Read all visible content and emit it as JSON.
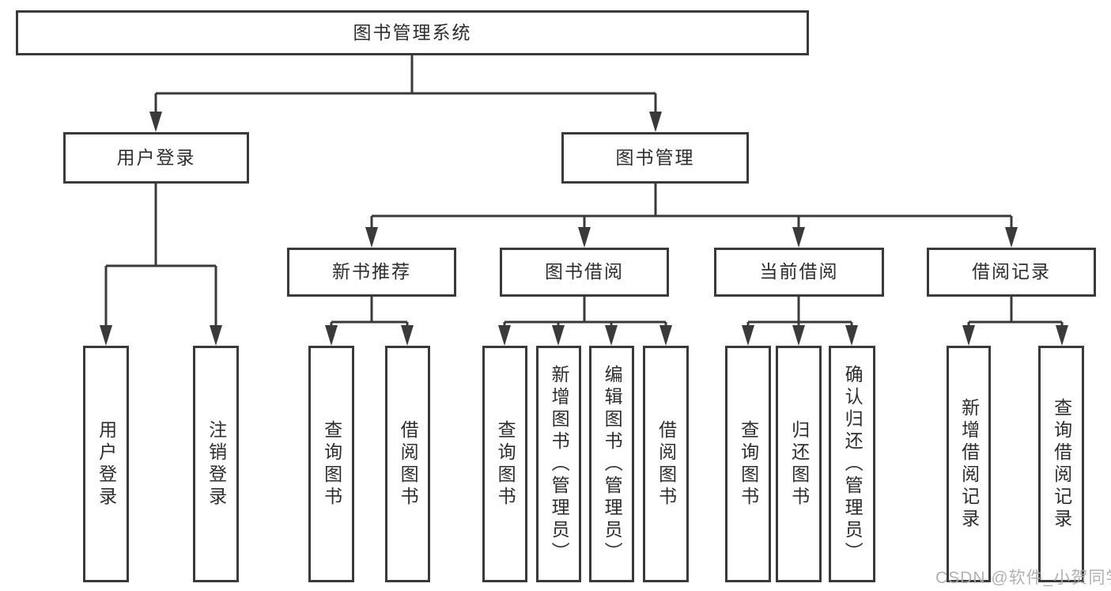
{
  "diagram": {
    "title": "图书管理系统",
    "colors": {
      "line": "#3a3a3a",
      "box_border": "#3a3a3a",
      "text": "#2d2d2d",
      "background": "#ffffff",
      "watermark": "#ababab"
    },
    "nodes": {
      "root": {
        "label": "图书管理系统"
      },
      "level2": [
        {
          "label": "用户登录"
        },
        {
          "label": "图书管理"
        }
      ],
      "level3": [
        {
          "label": "新书推荐"
        },
        {
          "label": "图书借阅"
        },
        {
          "label": "当前借阅"
        },
        {
          "label": "借阅记录"
        }
      ],
      "leaves": {
        "user_login": [
          "用户登录",
          "注销登录"
        ],
        "new_book_rec": [
          "查询图书",
          "借阅图书"
        ],
        "book_borrow": [
          "查询图书",
          "新增图书（管理员）",
          "编辑图书（管理员）",
          "借阅图书"
        ],
        "current_borrow": [
          "查询图书",
          "归还图书",
          "确认归还（管理员）"
        ],
        "borrow_records": [
          "新增借阅记录",
          "查询借阅记录"
        ]
      }
    },
    "watermark": {
      "text": "CSDN @软件_小贺同学"
    }
  }
}
